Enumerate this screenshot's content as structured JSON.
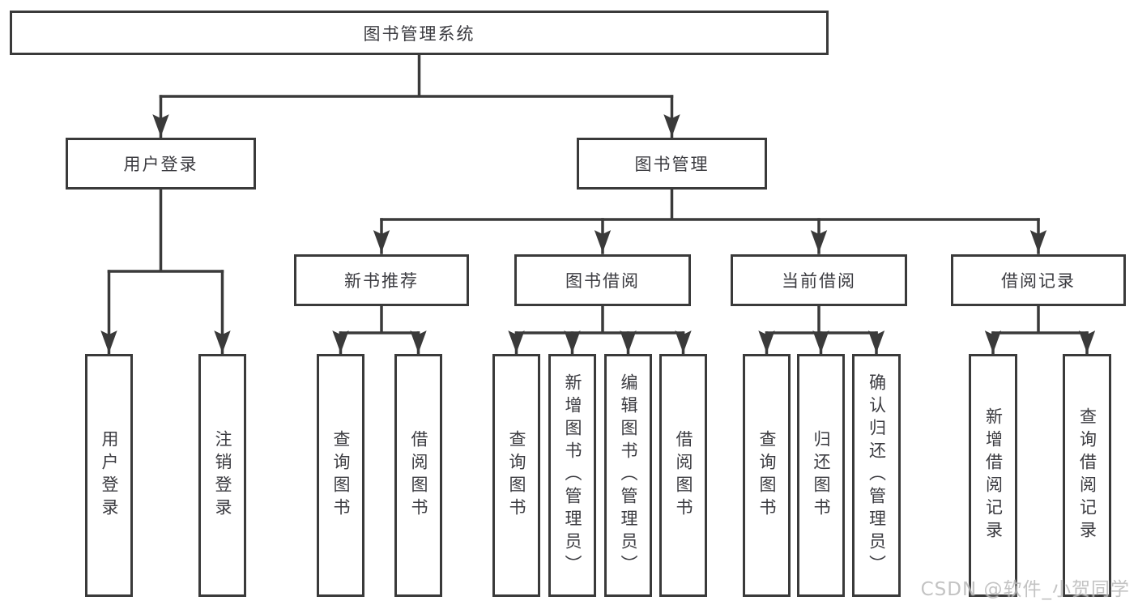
{
  "diagram": {
    "title_node": {
      "label": "图书管理系统"
    },
    "level1": [
      {
        "label": "用户登录"
      },
      {
        "label": "图书管理"
      }
    ],
    "level2": [
      {
        "label": "新书推荐"
      },
      {
        "label": "图书借阅"
      },
      {
        "label": "当前借阅"
      },
      {
        "label": "借阅记录"
      }
    ],
    "leaves": {
      "user": [
        {
          "label": "用户登录"
        },
        {
          "label": "注销登录"
        }
      ],
      "recommend": [
        {
          "label": "查询图书"
        },
        {
          "label": "借阅图书"
        }
      ],
      "borrow": [
        {
          "label": "查询图书"
        },
        {
          "label": "新增图书（管理员）"
        },
        {
          "label": "编辑图书（管理员）"
        },
        {
          "label": "借阅图书"
        }
      ],
      "current": [
        {
          "label": "查询图书"
        },
        {
          "label": "归还图书"
        },
        {
          "label": "确认归还（管理员）"
        }
      ],
      "records": [
        {
          "label": "新增借阅记录"
        },
        {
          "label": "查询借阅记录"
        }
      ]
    },
    "watermark": "CSDN @软件_小贺同学",
    "colors": {
      "line": "#3a3a3a",
      "text": "#3b3b40",
      "watermark": "#b9b9b9",
      "background": "#ffffff"
    }
  }
}
